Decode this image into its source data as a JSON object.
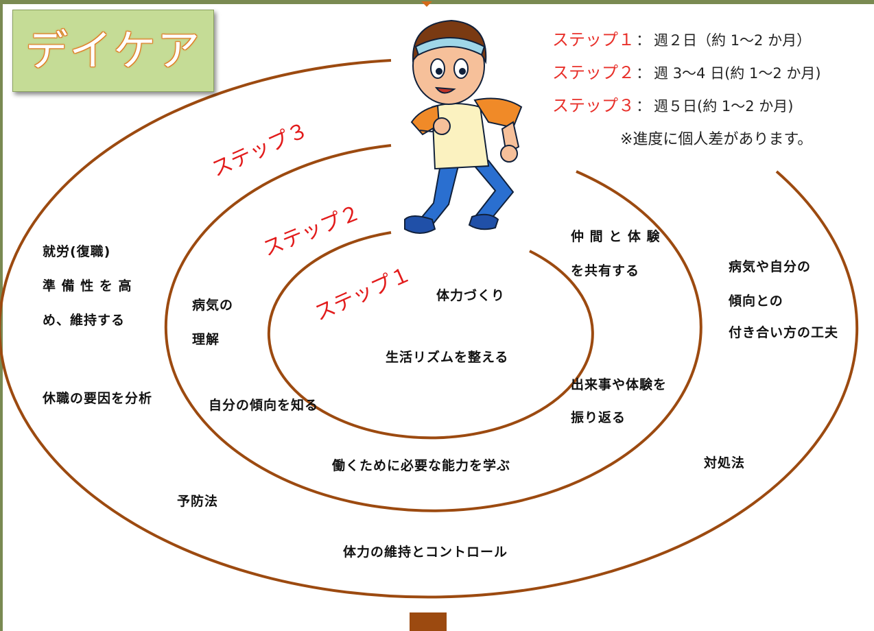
{
  "title": "デイケア",
  "legend": [
    {
      "label": "ステップ１",
      "text": "週２日（約 1〜2 か月）"
    },
    {
      "label": "ステップ２",
      "text": "週 3〜4 日(約 1〜2 か月)"
    },
    {
      "label": "ステップ３",
      "text": "週５日(約 1〜2 か月)"
    }
  ],
  "note": "※進度に個人差があります。",
  "rings": {
    "step1_label": "ステップ１",
    "step2_label": "ステップ２",
    "step3_label": "ステップ３"
  },
  "step1_items": {
    "a": "体力づくり",
    "b": "生活リズムを整える"
  },
  "step2_items": {
    "a_line1": "病気の",
    "a_line2": "理解",
    "b": "自分の傾向を知る",
    "c": "働くために必要な能力を学ぶ",
    "d_line1": "仲 間 と 体 験",
    "d_line2": "を共有する",
    "e_line1": "出来事や体験を",
    "e_line2": "振り返る"
  },
  "step3_items": {
    "a_line1": "就労(復職)",
    "a_line2": "準 備 性 を 高",
    "a_line3": "め、維持する",
    "b": "休職の要因を分析",
    "c": "予防法",
    "d": "体力の維持とコントロール",
    "e": "対処法",
    "f_line1": "病気や自分の",
    "f_line2": "傾向との",
    "f_line3": "付き合い方の工夫"
  },
  "colors": {
    "ring": "#9c4a10",
    "step_label": "#e21b1b",
    "title_bg": "#c5dc96",
    "title_text_outline": "#e07a20"
  },
  "icons": [
    "runner-illustration"
  ]
}
